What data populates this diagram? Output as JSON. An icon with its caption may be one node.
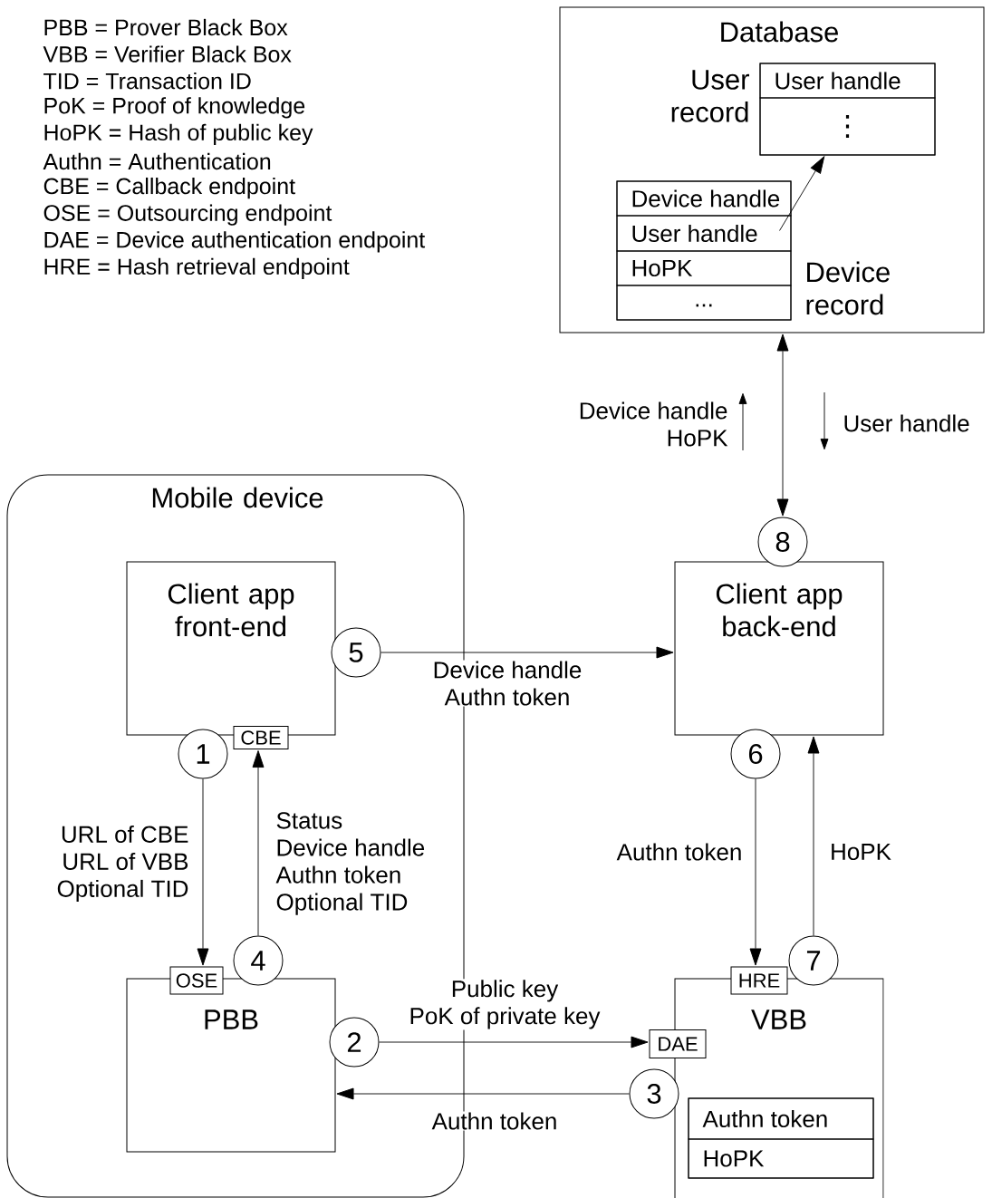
{
  "diagram": {
    "nodes": [
      {
        "text": [
          "Database"
        ]
      },
      {
        "text": [
          "User handle",
          "⋮"
        ],
        "beside": [
          "User record"
        ],
        "in": 0
      },
      {
        "text": [
          "Device handle",
          "User handle",
          "HoPK",
          "..."
        ],
        "beside": [
          "Device record"
        ],
        "in": 0
      },
      {
        "text": [
          "Mobile device"
        ]
      },
      {
        "text": [
          "Client app front-end"
        ],
        "in": 3
      },
      {
        "text": [
          "CBE"
        ],
        "in": 3
      },
      {
        "text": [
          "1"
        ],
        "in": 3
      },
      {
        "text": [
          "5"
        ],
        "in": 3
      },
      {
        "text": [
          "PBB"
        ],
        "in": 3
      },
      {
        "text": [
          "OSE"
        ],
        "in": 3
      },
      {
        "text": [
          "4"
        ],
        "in": 3
      },
      {
        "text": [
          "2"
        ],
        "in": 3
      },
      {
        "text": [
          "Client app back-end"
        ]
      },
      {
        "text": [
          "8"
        ]
      },
      {
        "text": [
          "6"
        ]
      },
      {
        "text": [
          "VBB"
        ]
      },
      {
        "text": [
          "HRE"
        ]
      },
      {
        "text": [
          "7"
        ]
      },
      {
        "text": [
          "DAE"
        ]
      },
      {
        "text": [
          "3"
        ]
      },
      {
        "text": [
          "Authn token",
          "HoPK"
        ],
        "in": 15
      }
    ],
    "edges": [
      {
        "from": 2,
        "to": 1,
        "arrow": "to"
      },
      {
        "from": 13,
        "to": 0,
        "arrow": "both"
      },
      {
        "from": 6,
        "to": 9,
        "arrow": "to",
        "label": "URL of CBE URL of VBB Optional TID"
      },
      {
        "from": 10,
        "to": 5,
        "arrow": "to",
        "label": "Status Device handle Authn token Optional TID"
      },
      {
        "from": 7,
        "to": 12,
        "arrow": "to",
        "label": "Device handle Authn token"
      },
      {
        "from": 11,
        "to": 18,
        "arrow": "to",
        "label": "Public key PoK of private key"
      },
      {
        "from": 19,
        "to": 8,
        "arrow": "to",
        "label": "Authn token"
      },
      {
        "from": 14,
        "to": 16,
        "arrow": "to",
        "label": "Authn token"
      },
      {
        "from": 17,
        "to": 12,
        "arrow": "to",
        "label": "HoPK"
      }
    ],
    "labels": [
      "PBB = Prover Black Box",
      "VBB = Verifier Black Box",
      "TID = Transaction ID",
      "PoK = Proof of knowledge",
      "HoPK = Hash of public key",
      "Authn = Authentication",
      "CBE = Callback endpoint",
      "OSE = Outsourcing endpoint",
      "DAE = Device authentication endpoint",
      "HRE = Hash retrieval endpoint",
      "Device handle HoPK",
      "User handle"
    ]
  }
}
